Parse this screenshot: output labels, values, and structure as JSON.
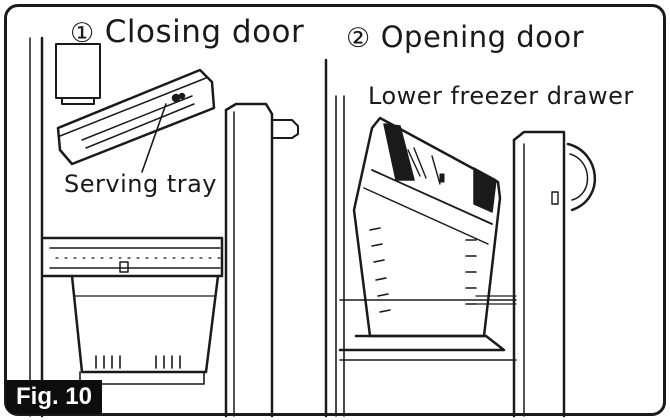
{
  "labels": {
    "step1_number": "①",
    "step1_text": "Closing door",
    "step2_number": "②",
    "step2_text": "Opening door",
    "drawer_label": "Lower freezer drawer",
    "tray_label": "Serving tray",
    "figure_tag": "Fig. 10"
  },
  "colors": {
    "line": "#1a1a1a",
    "tag_background": "#0d0d0d",
    "tag_text": "#ffffff",
    "background": "#ffffff"
  }
}
